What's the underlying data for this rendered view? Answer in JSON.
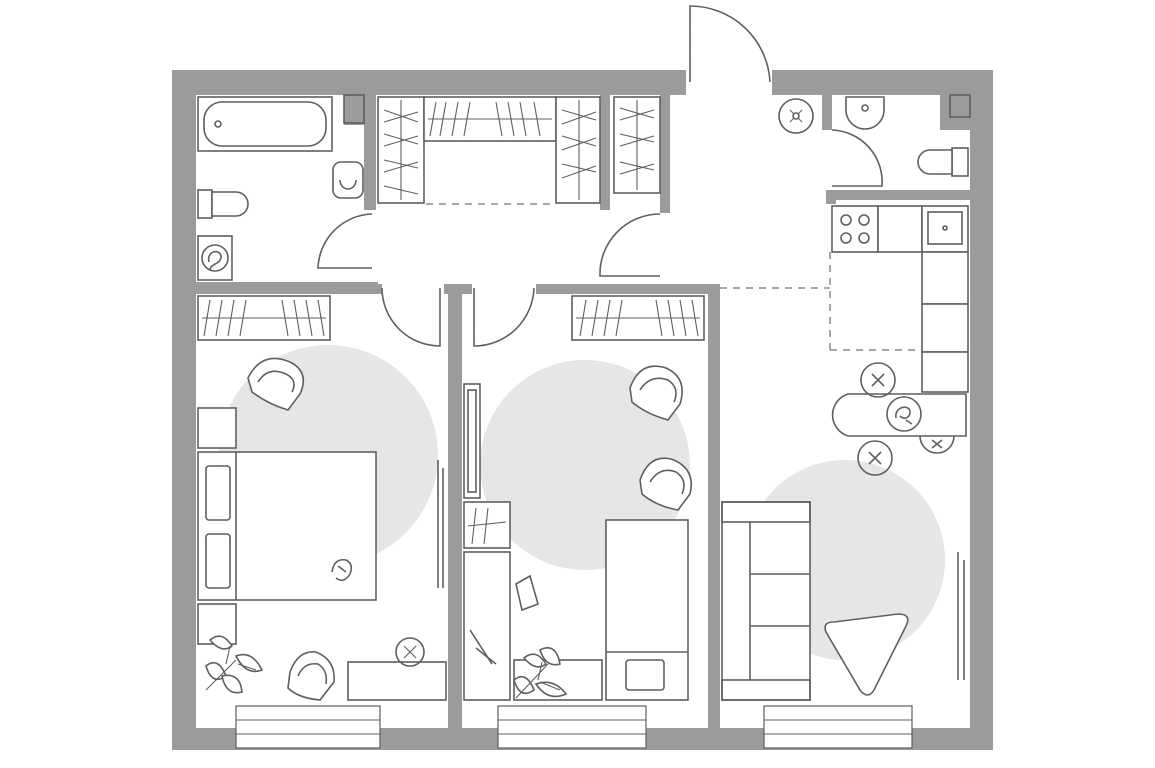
{
  "plan": {
    "type": "apartment-floor-plan",
    "rooms": [
      "bathroom",
      "storage",
      "toilet",
      "hallway",
      "bedroom",
      "kids-room",
      "kitchen-living-room"
    ],
    "colors": {
      "wall": "#9b9b9b",
      "line": "#5f5f5f",
      "zone": "#e6e6e6",
      "background": "#ffffff"
    }
  }
}
